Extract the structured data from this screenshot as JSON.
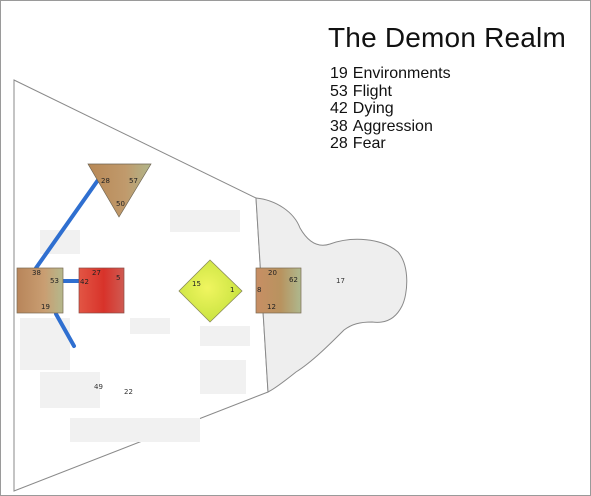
{
  "title": "The Demon Realm",
  "legend": [
    {
      "value": "19",
      "label": "Environments"
    },
    {
      "value": "53",
      "label": "Flight"
    },
    {
      "value": "42",
      "label": "Dying"
    },
    {
      "value": "38",
      "label": "Aggression"
    },
    {
      "value": "28",
      "label": "Fear"
    }
  ],
  "shapes": {
    "triangle": {
      "labels": [
        "28",
        "57",
        "50"
      ]
    },
    "square_left": {
      "labels": [
        "38",
        "53",
        "19"
      ]
    },
    "square_red": {
      "labels": [
        "42",
        "27",
        "5"
      ]
    },
    "diamond": {
      "labels": [
        "15",
        "1"
      ]
    },
    "square_right": {
      "labels": [
        "20",
        "62",
        "8",
        "12"
      ]
    }
  },
  "outside_labels": [
    "17",
    "49",
    "22"
  ],
  "colors": {
    "connector": "#2f6fd0",
    "tan": "#c69a6e",
    "red": "#d63b2e",
    "yellow_green": "#d9ee4a",
    "head_fill": "#eeeeee",
    "outline": "#8a8a8a"
  }
}
